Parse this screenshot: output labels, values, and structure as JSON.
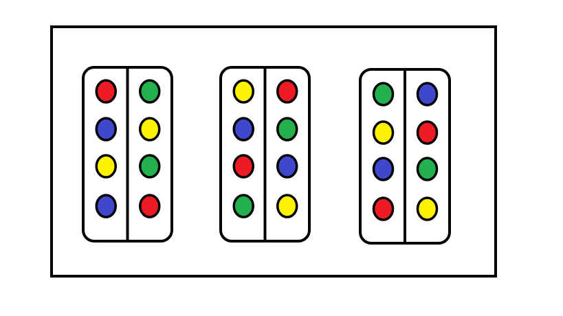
{
  "colors": {
    "background": "#ffffff",
    "stroke": "#000000",
    "red": "#ed1c24",
    "green": "#22b14c",
    "blue": "#3f48cc",
    "yellow": "#fff200"
  },
  "cards": [
    {
      "left_column": [
        "red",
        "blue",
        "yellow",
        "blue"
      ],
      "right_column": [
        "green",
        "yellow",
        "green",
        "red"
      ]
    },
    {
      "left_column": [
        "yellow",
        "blue",
        "red",
        "green"
      ],
      "right_column": [
        "red",
        "green",
        "blue",
        "yellow"
      ]
    },
    {
      "left_column": [
        "green",
        "yellow",
        "blue",
        "red"
      ],
      "right_column": [
        "blue",
        "red",
        "green",
        "yellow"
      ]
    }
  ]
}
